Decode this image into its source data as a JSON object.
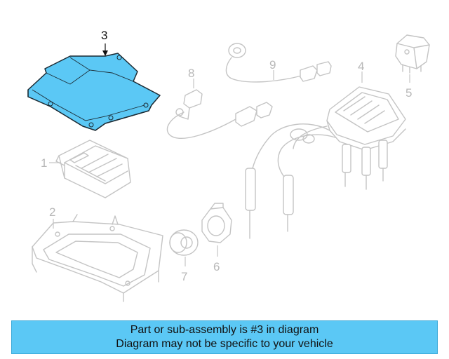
{
  "callouts": {
    "c1": "1",
    "c2": "2",
    "c3": "3",
    "c4": "4",
    "c5": "5",
    "c6": "6",
    "c7": "7",
    "c8": "8",
    "c9": "9"
  },
  "highlight": {
    "part": "3",
    "color": "#5bc8f5"
  },
  "info_bar": {
    "line1": "Part or sub-assembly is #3 in diagram",
    "line2": "Diagram may not be specific to your vehicle",
    "background": "#5bc8f5"
  }
}
